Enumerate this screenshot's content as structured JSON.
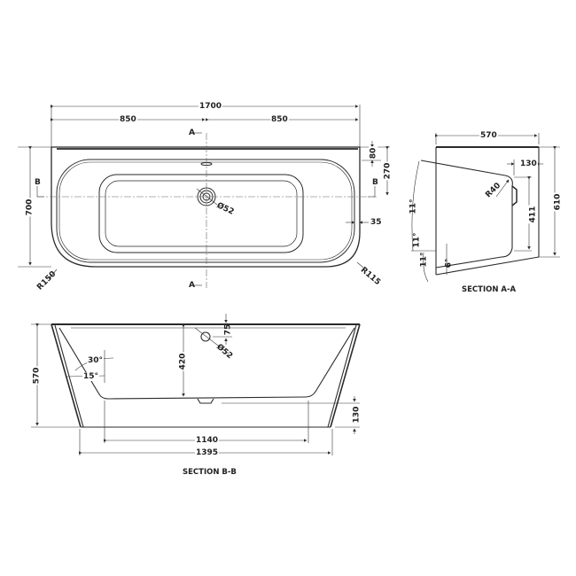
{
  "plan_view": {
    "overall_length": "1700",
    "half_left": "850",
    "half_right": "850",
    "overall_width": "700",
    "section_mark_a_top": "A",
    "section_mark_a_bottom": "A",
    "section_mark_b_left": "B",
    "section_mark_b_right": "B",
    "dim_80": "80",
    "dim_270": "270",
    "rim_35": "35",
    "waste_diameter": "Ø52",
    "radius_left": "R150",
    "radius_right": "R115"
  },
  "section_a": {
    "title": "SECTION A-A",
    "width": "570",
    "height": "610",
    "dim_130": "130",
    "radius": "R40",
    "depth_411": "411",
    "angle_top": "11°",
    "angle_mid": "11°",
    "angle_low": "11°",
    "angle_floor": "6°"
  },
  "section_b": {
    "title": "SECTION B-B",
    "height": "570",
    "internal_depth": "420",
    "overflow_offset": "75",
    "overflow_diameter": "Ø52",
    "angle_30": "30°",
    "angle_15": "15°",
    "base_130": "130",
    "floor_length": "1140",
    "base_length": "1395"
  },
  "colors": {
    "line": "#2a2a2a",
    "dim": "#333333",
    "centerline": "#555555"
  }
}
